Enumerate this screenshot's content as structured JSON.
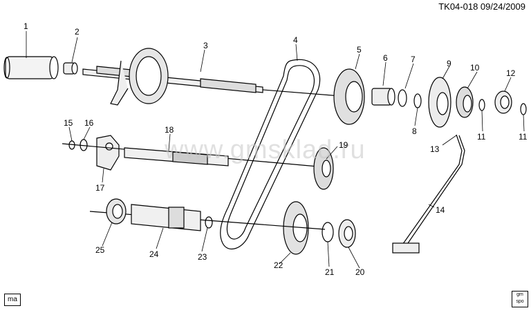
{
  "header": {
    "code_date": "TK04-018  09/24/2009"
  },
  "watermark": "www.gmsklad.ru",
  "badges": {
    "left": "ma",
    "right": "gm spo"
  },
  "callouts": [
    "1",
    "2",
    "3",
    "4",
    "5",
    "6",
    "7",
    "8",
    "9",
    "10",
    "11",
    "11",
    "12",
    "13",
    "14",
    "15",
    "16",
    "17",
    "18",
    "19",
    "20",
    "21",
    "22",
    "23",
    "24",
    "25"
  ]
}
